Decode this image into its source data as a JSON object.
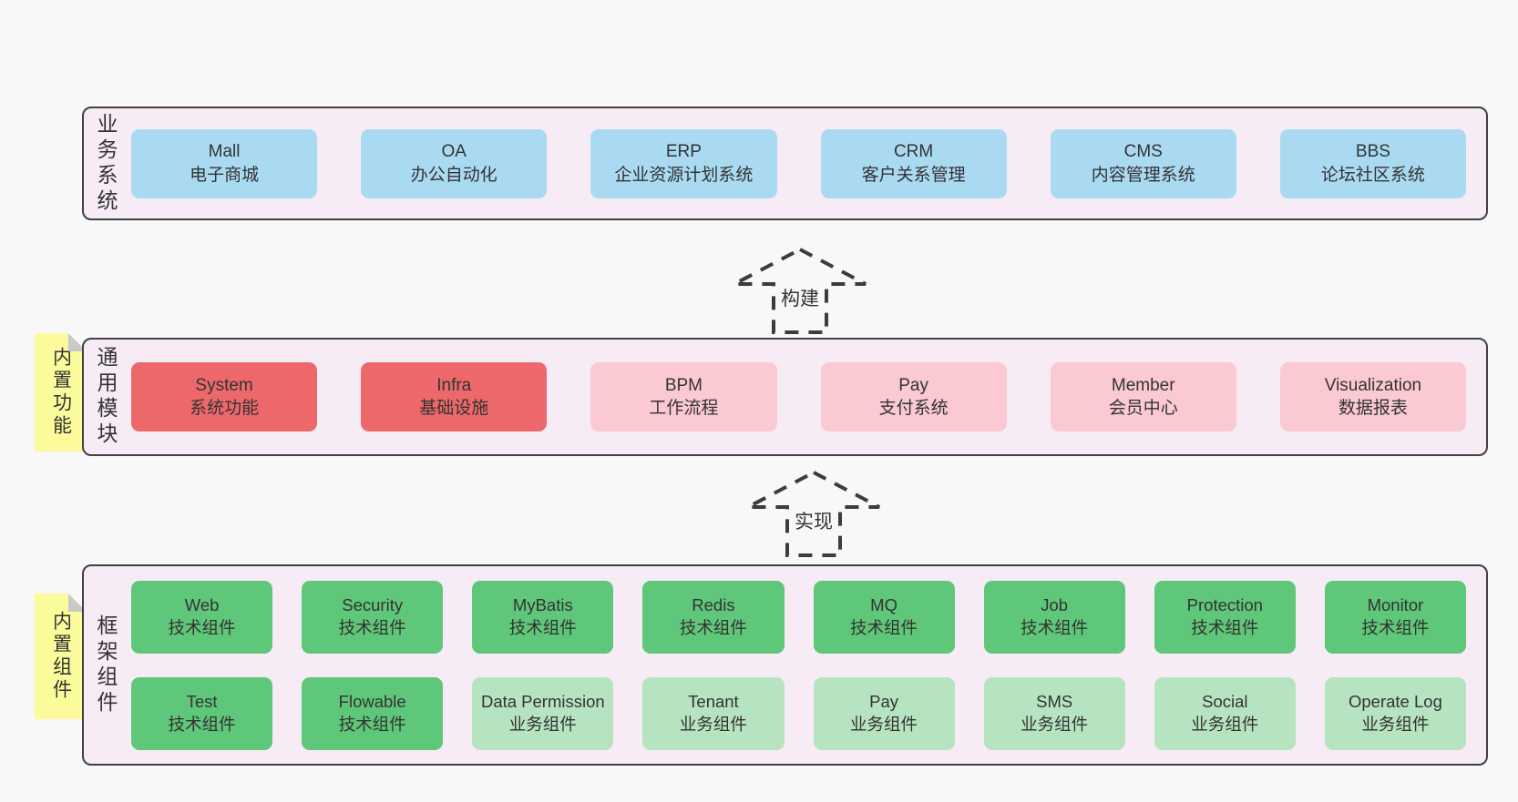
{
  "colors": {
    "page-bg": "#f8f8f8",
    "band-bg": "#f7ecf5",
    "band-border": "#414141",
    "blue": "#aadaf2",
    "red": "#ed686b",
    "pink": "#fbc9d2",
    "green-dark": "#5fc779",
    "green-light": "#b7e4c0",
    "sticky-yellow": "#fbfb9b",
    "fold-gray": "#c9c9c9",
    "arrow-dash": "#3c3c3c",
    "text": "#333333"
  },
  "bands": [
    {
      "id": "business-systems",
      "label": "业务系统",
      "boxes": [
        {
          "title": "Mall",
          "subtitle": "电子商城",
          "type": "blue"
        },
        {
          "title": "OA",
          "subtitle": "办公自动化",
          "type": "blue"
        },
        {
          "title": "ERP",
          "subtitle": "企业资源计划系统",
          "type": "blue"
        },
        {
          "title": "CRM",
          "subtitle": "客户关系管理",
          "type": "blue"
        },
        {
          "title": "CMS",
          "subtitle": "内容管理系统",
          "type": "blue"
        },
        {
          "title": "BBS",
          "subtitle": "论坛社区系统",
          "type": "blue"
        }
      ]
    },
    {
      "id": "common-modules",
      "label": "通用模块",
      "sticky": "内置功能",
      "boxes": [
        {
          "title": "System",
          "subtitle": "系统功能",
          "type": "red"
        },
        {
          "title": "Infra",
          "subtitle": "基础设施",
          "type": "red"
        },
        {
          "title": "BPM",
          "subtitle": "工作流程",
          "type": "pink"
        },
        {
          "title": "Pay",
          "subtitle": "支付系统",
          "type": "pink"
        },
        {
          "title": "Member",
          "subtitle": "会员中心",
          "type": "pink"
        },
        {
          "title": "Visualization",
          "subtitle": "数据报表",
          "type": "pink"
        }
      ]
    },
    {
      "id": "framework-components",
      "label": "框架组件",
      "sticky": "内置组件",
      "boxes": [
        {
          "title": "Web",
          "subtitle": "技术组件",
          "type": "green-dark"
        },
        {
          "title": "Security",
          "subtitle": "技术组件",
          "type": "green-dark"
        },
        {
          "title": "MyBatis",
          "subtitle": "技术组件",
          "type": "green-dark"
        },
        {
          "title": "Redis",
          "subtitle": "技术组件",
          "type": "green-dark"
        },
        {
          "title": "MQ",
          "subtitle": "技术组件",
          "type": "green-dark"
        },
        {
          "title": "Job",
          "subtitle": "技术组件",
          "type": "green-dark"
        },
        {
          "title": "Protection",
          "subtitle": "技术组件",
          "type": "green-dark"
        },
        {
          "title": "Monitor",
          "subtitle": "技术组件",
          "type": "green-dark"
        },
        {
          "title": "Test",
          "subtitle": "技术组件",
          "type": "green-dark"
        },
        {
          "title": "Flowable",
          "subtitle": "技术组件",
          "type": "green-dark"
        },
        {
          "title": "Data Permission",
          "subtitle": "业务组件",
          "type": "green-light"
        },
        {
          "title": "Tenant",
          "subtitle": "业务组件",
          "type": "green-light"
        },
        {
          "title": "Pay",
          "subtitle": "业务组件",
          "type": "green-light"
        },
        {
          "title": "SMS",
          "subtitle": "业务组件",
          "type": "green-light"
        },
        {
          "title": "Social",
          "subtitle": "业务组件",
          "type": "green-light"
        },
        {
          "title": "Operate Log",
          "subtitle": "业务组件",
          "type": "green-light"
        }
      ]
    }
  ],
  "arrows": [
    {
      "id": "build",
      "label": "构建"
    },
    {
      "id": "implement",
      "label": "实现"
    }
  ]
}
